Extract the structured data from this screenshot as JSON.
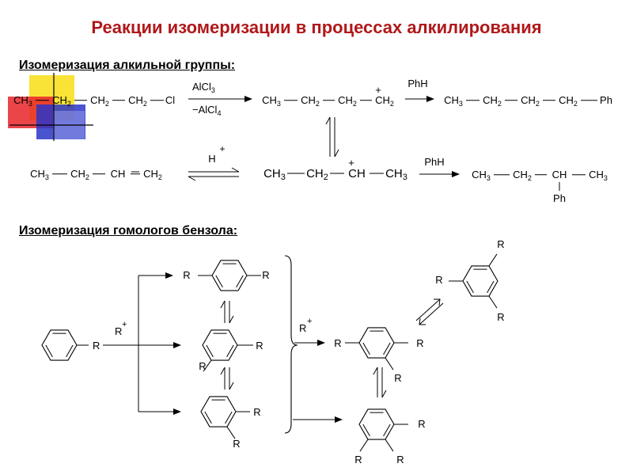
{
  "slide": {
    "title": "Реакции изомеризации в процессах алкилирования",
    "section1_title": "Изомеризация алкильной группы:",
    "section2_title": "Изомеризация гомологов бензола:"
  },
  "alkyl": {
    "reactant": [
      "CH3",
      "CH2",
      "CH2",
      "CH2",
      "Cl"
    ],
    "catalyst": "AlCl3",
    "byproduct": "−AlCl4",
    "cation_chain": [
      "CH3",
      "CH2",
      "CH2",
      "CH2"
    ],
    "cation_charge": "+",
    "reagent_phh": "PhH",
    "product_linear": [
      "CH3",
      "CH2",
      "CH2",
      "CH2",
      "Ph"
    ],
    "alkene": [
      "CH3",
      "CH2",
      "CH",
      "CH2"
    ],
    "acid_catalyst": "H",
    "acid_charge": "+",
    "sec_cation": [
      "CH3",
      "CH2",
      "CH",
      "CH3"
    ],
    "sec_charge": "+",
    "reagent_phh2": "PhH",
    "branched_product": [
      "CH3",
      "CH2",
      "CH",
      "CH3"
    ],
    "branch_substituent": "Ph"
  },
  "benzene": {
    "substituent": "R",
    "reagent": "R",
    "reagent_charge": "+"
  },
  "colors": {
    "title": "#b0181a",
    "highlight": "#e0201b",
    "deco_yellow": "#f8e020",
    "deco_red": "#e8252a",
    "deco_blue": "#2a35c8"
  }
}
